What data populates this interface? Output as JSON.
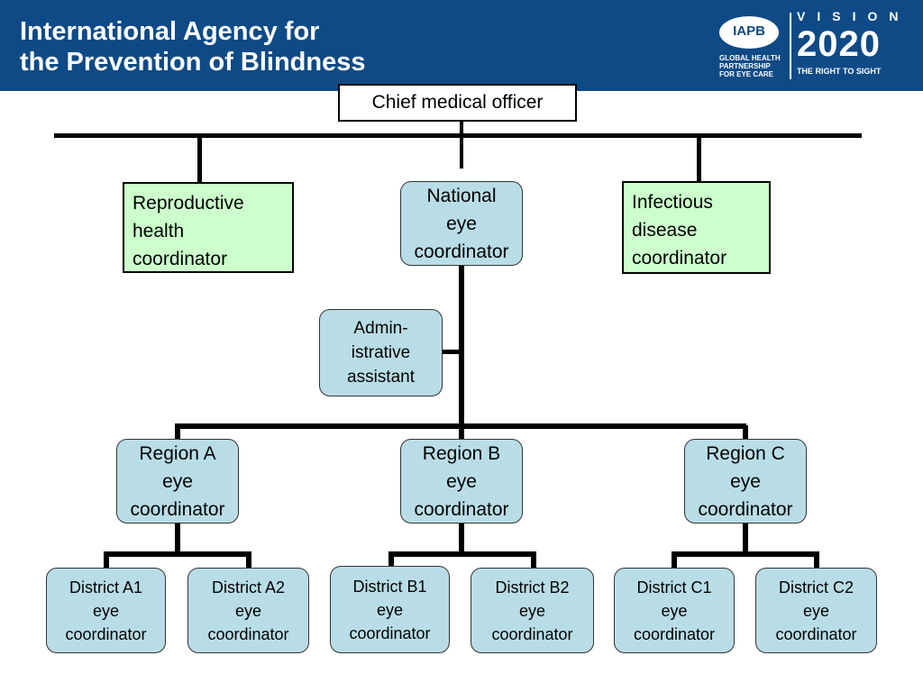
{
  "header": {
    "title": "International Agency for\nthe Prevention of Blindness",
    "logo": {
      "iapb": "IAPB",
      "iapb_subtitle": "GLOBAL HEALTH\nPARTNERSHIP\nFOR EYE CARE",
      "vision": "VISION",
      "year": "2020",
      "tagline": "THE RIGHT TO SIGHT"
    },
    "colors": {
      "background": "#0e4a86",
      "text": "#ffffff"
    }
  },
  "org_chart": {
    "colors": {
      "top_level_box": "#ccffcc",
      "eye_care_box": "#b9dde6",
      "connector": "#000000"
    },
    "chief": "Chief medical officer",
    "peers": [
      "Reproductive\nhealth\ncoordinator",
      "National\neye\ncoordinator",
      "Infectious\ndisease\ncoordinator"
    ],
    "assistant": "Admin-\nistrative\nassistant",
    "regions": [
      {
        "label": "Region A\neye\ncoordinator",
        "districts": [
          "District A1\neye\ncoordinator",
          "District A2\neye\ncoordinator"
        ]
      },
      {
        "label": "Region B\neye\ncoordinator",
        "districts": [
          "District B1\neye\ncoordinator",
          "District B2\neye\ncoordinator"
        ]
      },
      {
        "label": "Region C\neye\ncoordinator",
        "districts": [
          "District C1\neye\ncoordinator",
          "District C2\neye\ncoordinator"
        ]
      }
    ]
  }
}
